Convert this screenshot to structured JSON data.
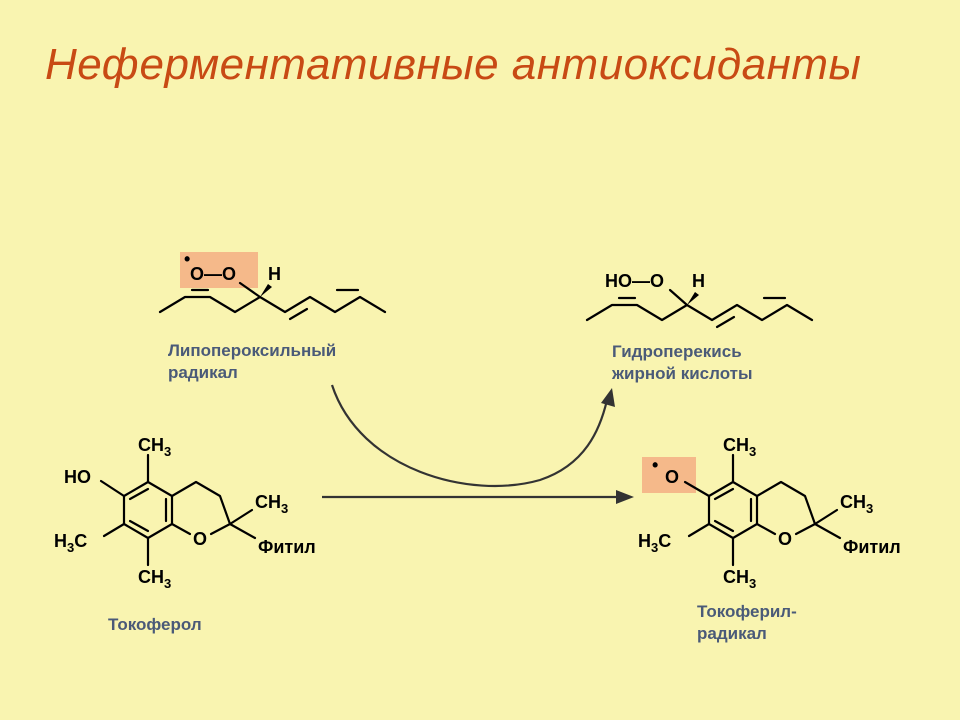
{
  "title": "Неферментативные антиоксиданты",
  "lipoperoxyl": {
    "radical_dot": "•",
    "group": "O—O",
    "h": "H",
    "label_line1": "Липопероксильный",
    "label_line2": "радикал"
  },
  "hydroperoxide": {
    "group": "HO—O",
    "h": "H",
    "label_line1": "Гидроперекись",
    "label_line2": "жирной кислоты"
  },
  "tocopherol": {
    "ho": "HO",
    "ch3": "CH",
    "sub3": "3",
    "h3c_h": "H",
    "h3c_c": "C",
    "o": "O",
    "phytyl": "Фитил",
    "label": "Токоферол"
  },
  "tocopheryl": {
    "radical_dot": "•",
    "o_radical": "O",
    "ch3": "CH",
    "sub3": "3",
    "h3c_h": "H",
    "h3c_c": "C",
    "o": "O",
    "phytyl": "Фитил",
    "label_line1": "Токоферил-",
    "label_line2": "радикал"
  }
}
